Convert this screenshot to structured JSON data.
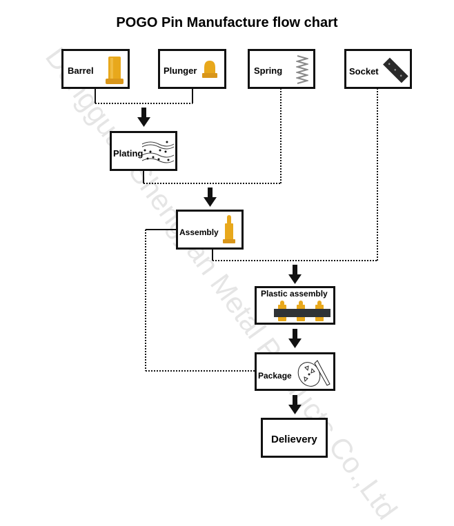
{
  "title": "POGO Pin Manufacture flow chart",
  "watermark": "Dongguan Shengyan Metal Products Co.,Ltd",
  "nodes": {
    "barrel": {
      "label": "Barrel",
      "icon": "barrel-icon"
    },
    "plunger": {
      "label": "Plunger",
      "icon": "plunger-icon"
    },
    "spring": {
      "label": "Spring",
      "icon": "spring-icon"
    },
    "socket": {
      "label": "Socket",
      "icon": "socket-icon"
    },
    "plating": {
      "label": "Plating",
      "icon": "plating-icon"
    },
    "assembly": {
      "label": "Assembly",
      "icon": "pogo-pin-icon"
    },
    "plastic_assembly": {
      "label": "Plastic assembly",
      "icon": "pin-array-icon"
    },
    "package": {
      "label": "Package",
      "icon": "tape-reel-icon"
    },
    "delivery": {
      "label": "Delievery"
    }
  },
  "edges": [
    {
      "from": [
        "barrel",
        "plunger"
      ],
      "to": "plating"
    },
    {
      "from": [
        "plating",
        "spring"
      ],
      "to": "assembly"
    },
    {
      "from": [
        "assembly",
        "socket"
      ],
      "to": "plastic_assembly"
    },
    {
      "from": "plastic_assembly",
      "to": "package"
    },
    {
      "from": "assembly",
      "to": "package",
      "style": "bypass"
    },
    {
      "from": "package",
      "to": "delivery"
    }
  ],
  "colors": {
    "gold": "#E8A81C",
    "line": "#111111",
    "socket": "#2a2a2a"
  }
}
